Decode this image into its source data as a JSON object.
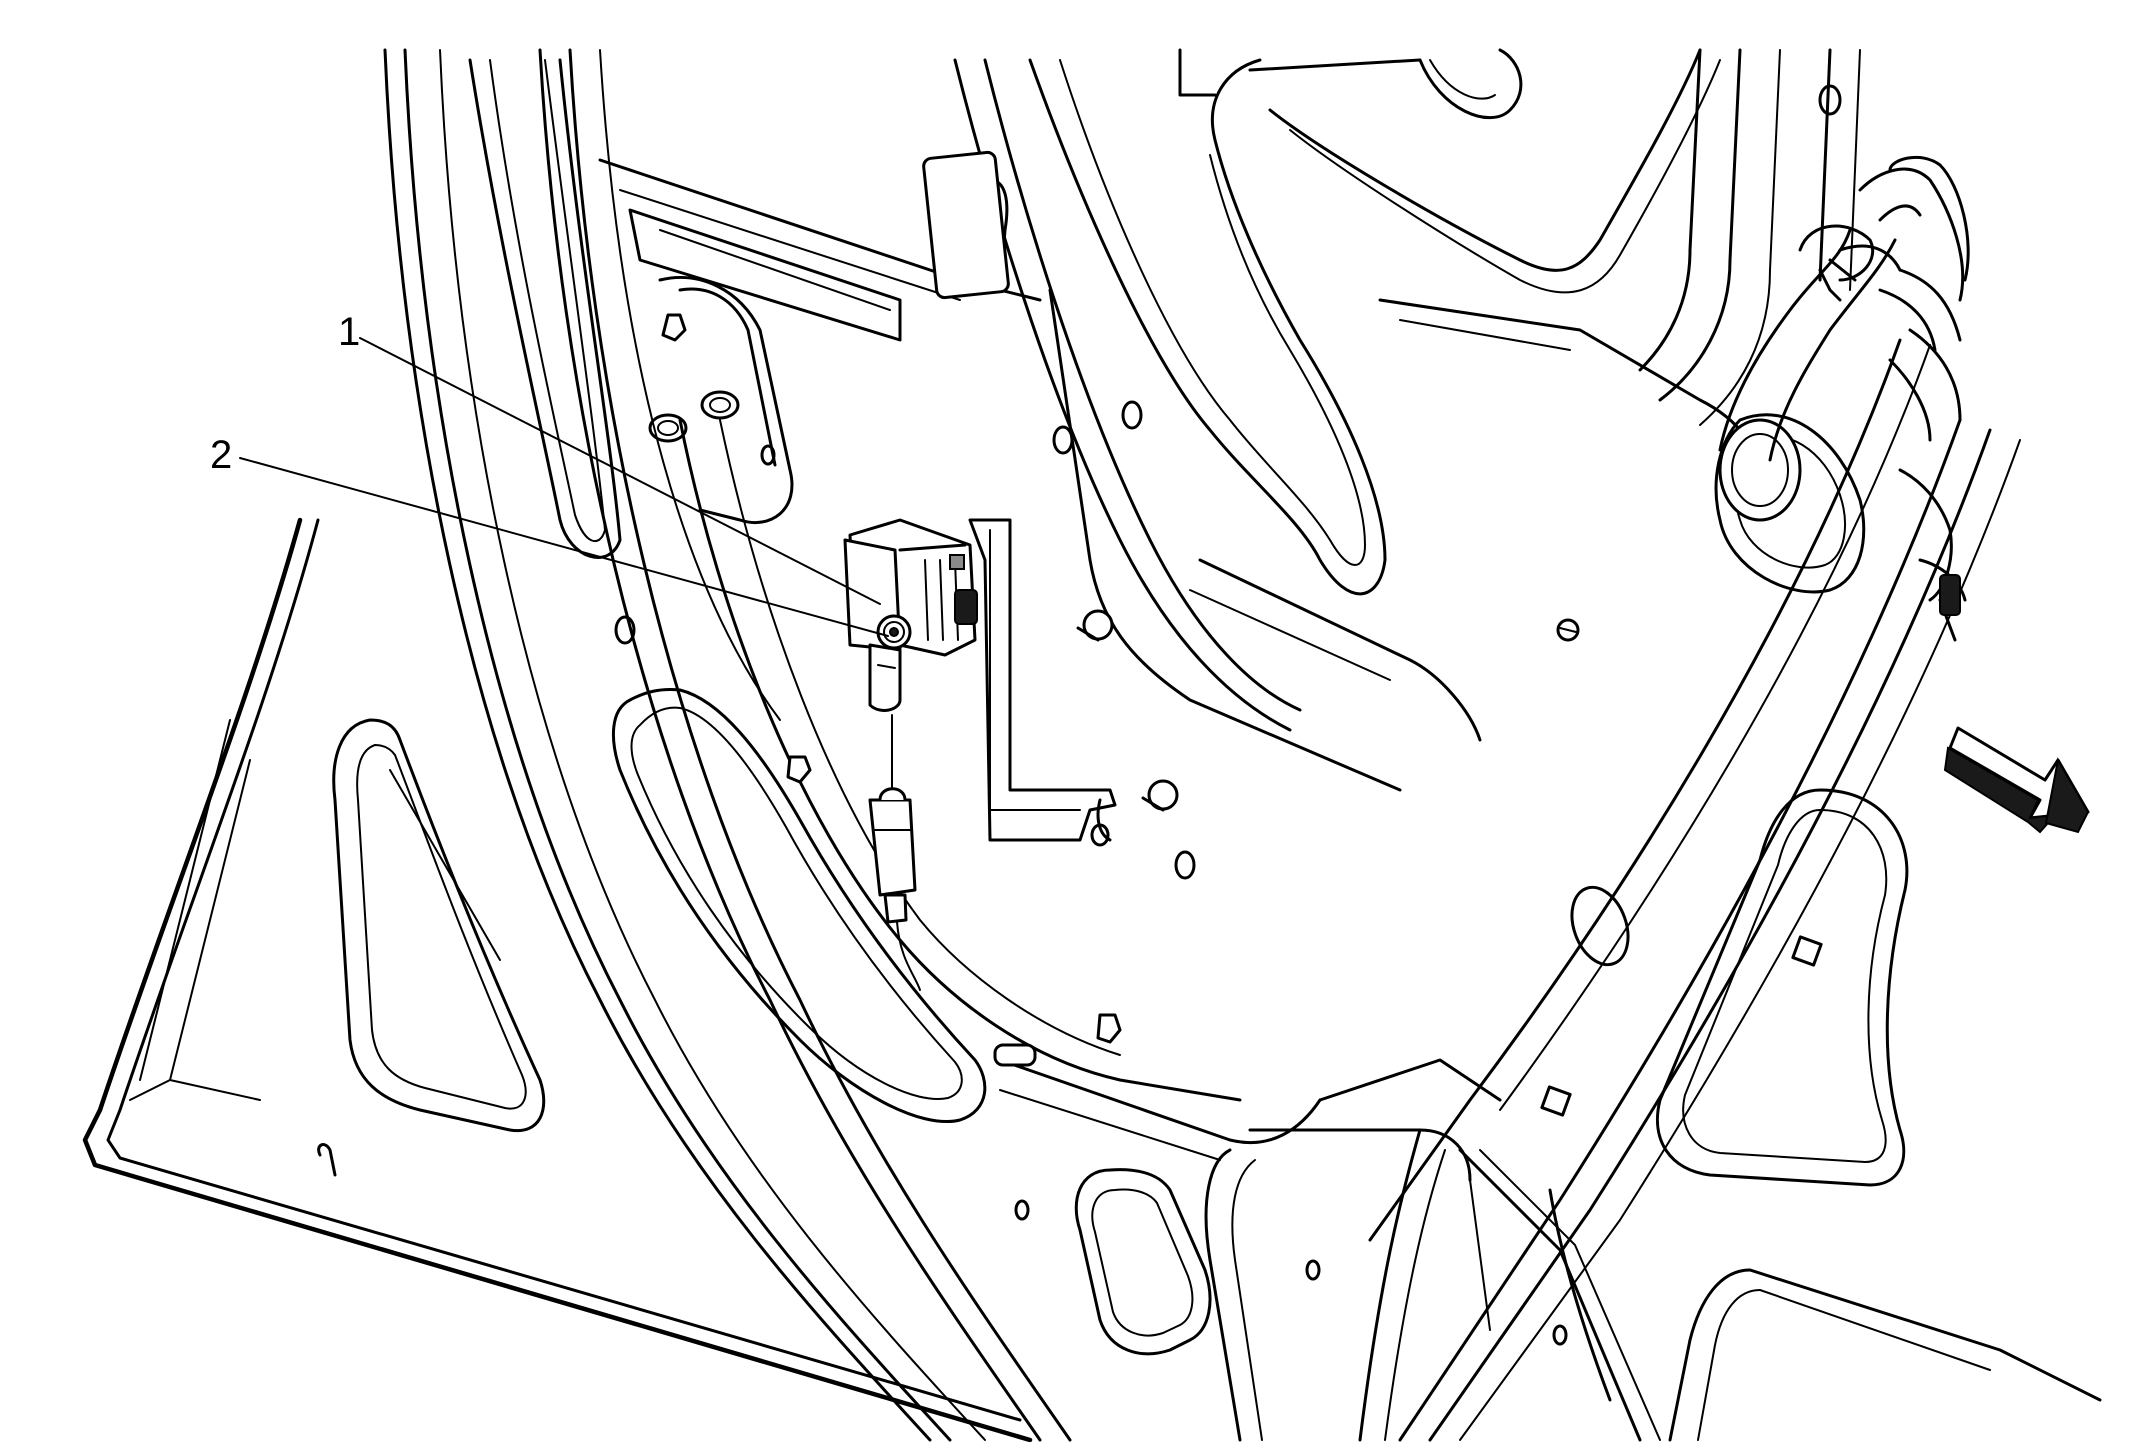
{
  "callouts": [
    {
      "id": "1",
      "label": "1"
    },
    {
      "id": "2",
      "label": "2"
    }
  ],
  "colors": {
    "line": "#000000",
    "background": "#ffffff"
  },
  "icons": {
    "direction_arrow": "arrow-down-right-icon"
  }
}
